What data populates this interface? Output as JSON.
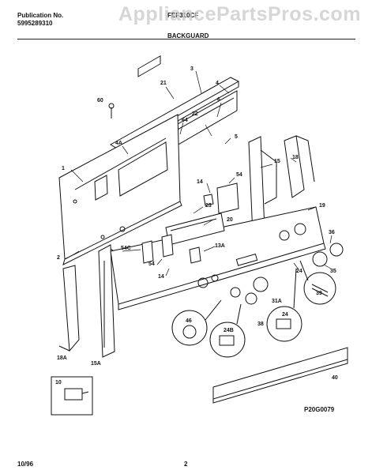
{
  "header": {
    "pub_label": "Publication No.",
    "pub_number": "5995289310",
    "model_partial": "FEF310CF",
    "section_title": "BACKGUARD",
    "watermark": "AppliancePartsPros.com"
  },
  "footer": {
    "date": "10/96",
    "page": "2",
    "drawing_code": "P20G0079"
  },
  "callouts": [
    "3",
    "21",
    "4",
    "60",
    "6",
    "22",
    "64",
    "4A",
    "5",
    "1",
    "15",
    "18",
    "14",
    "54",
    "19",
    "23",
    "20",
    "2",
    "54C",
    "13A",
    "36",
    "54",
    "14",
    "24",
    "35",
    "31A",
    "46",
    "39",
    "24B",
    "38",
    "24",
    "18A",
    "15A",
    "10",
    "40"
  ]
}
